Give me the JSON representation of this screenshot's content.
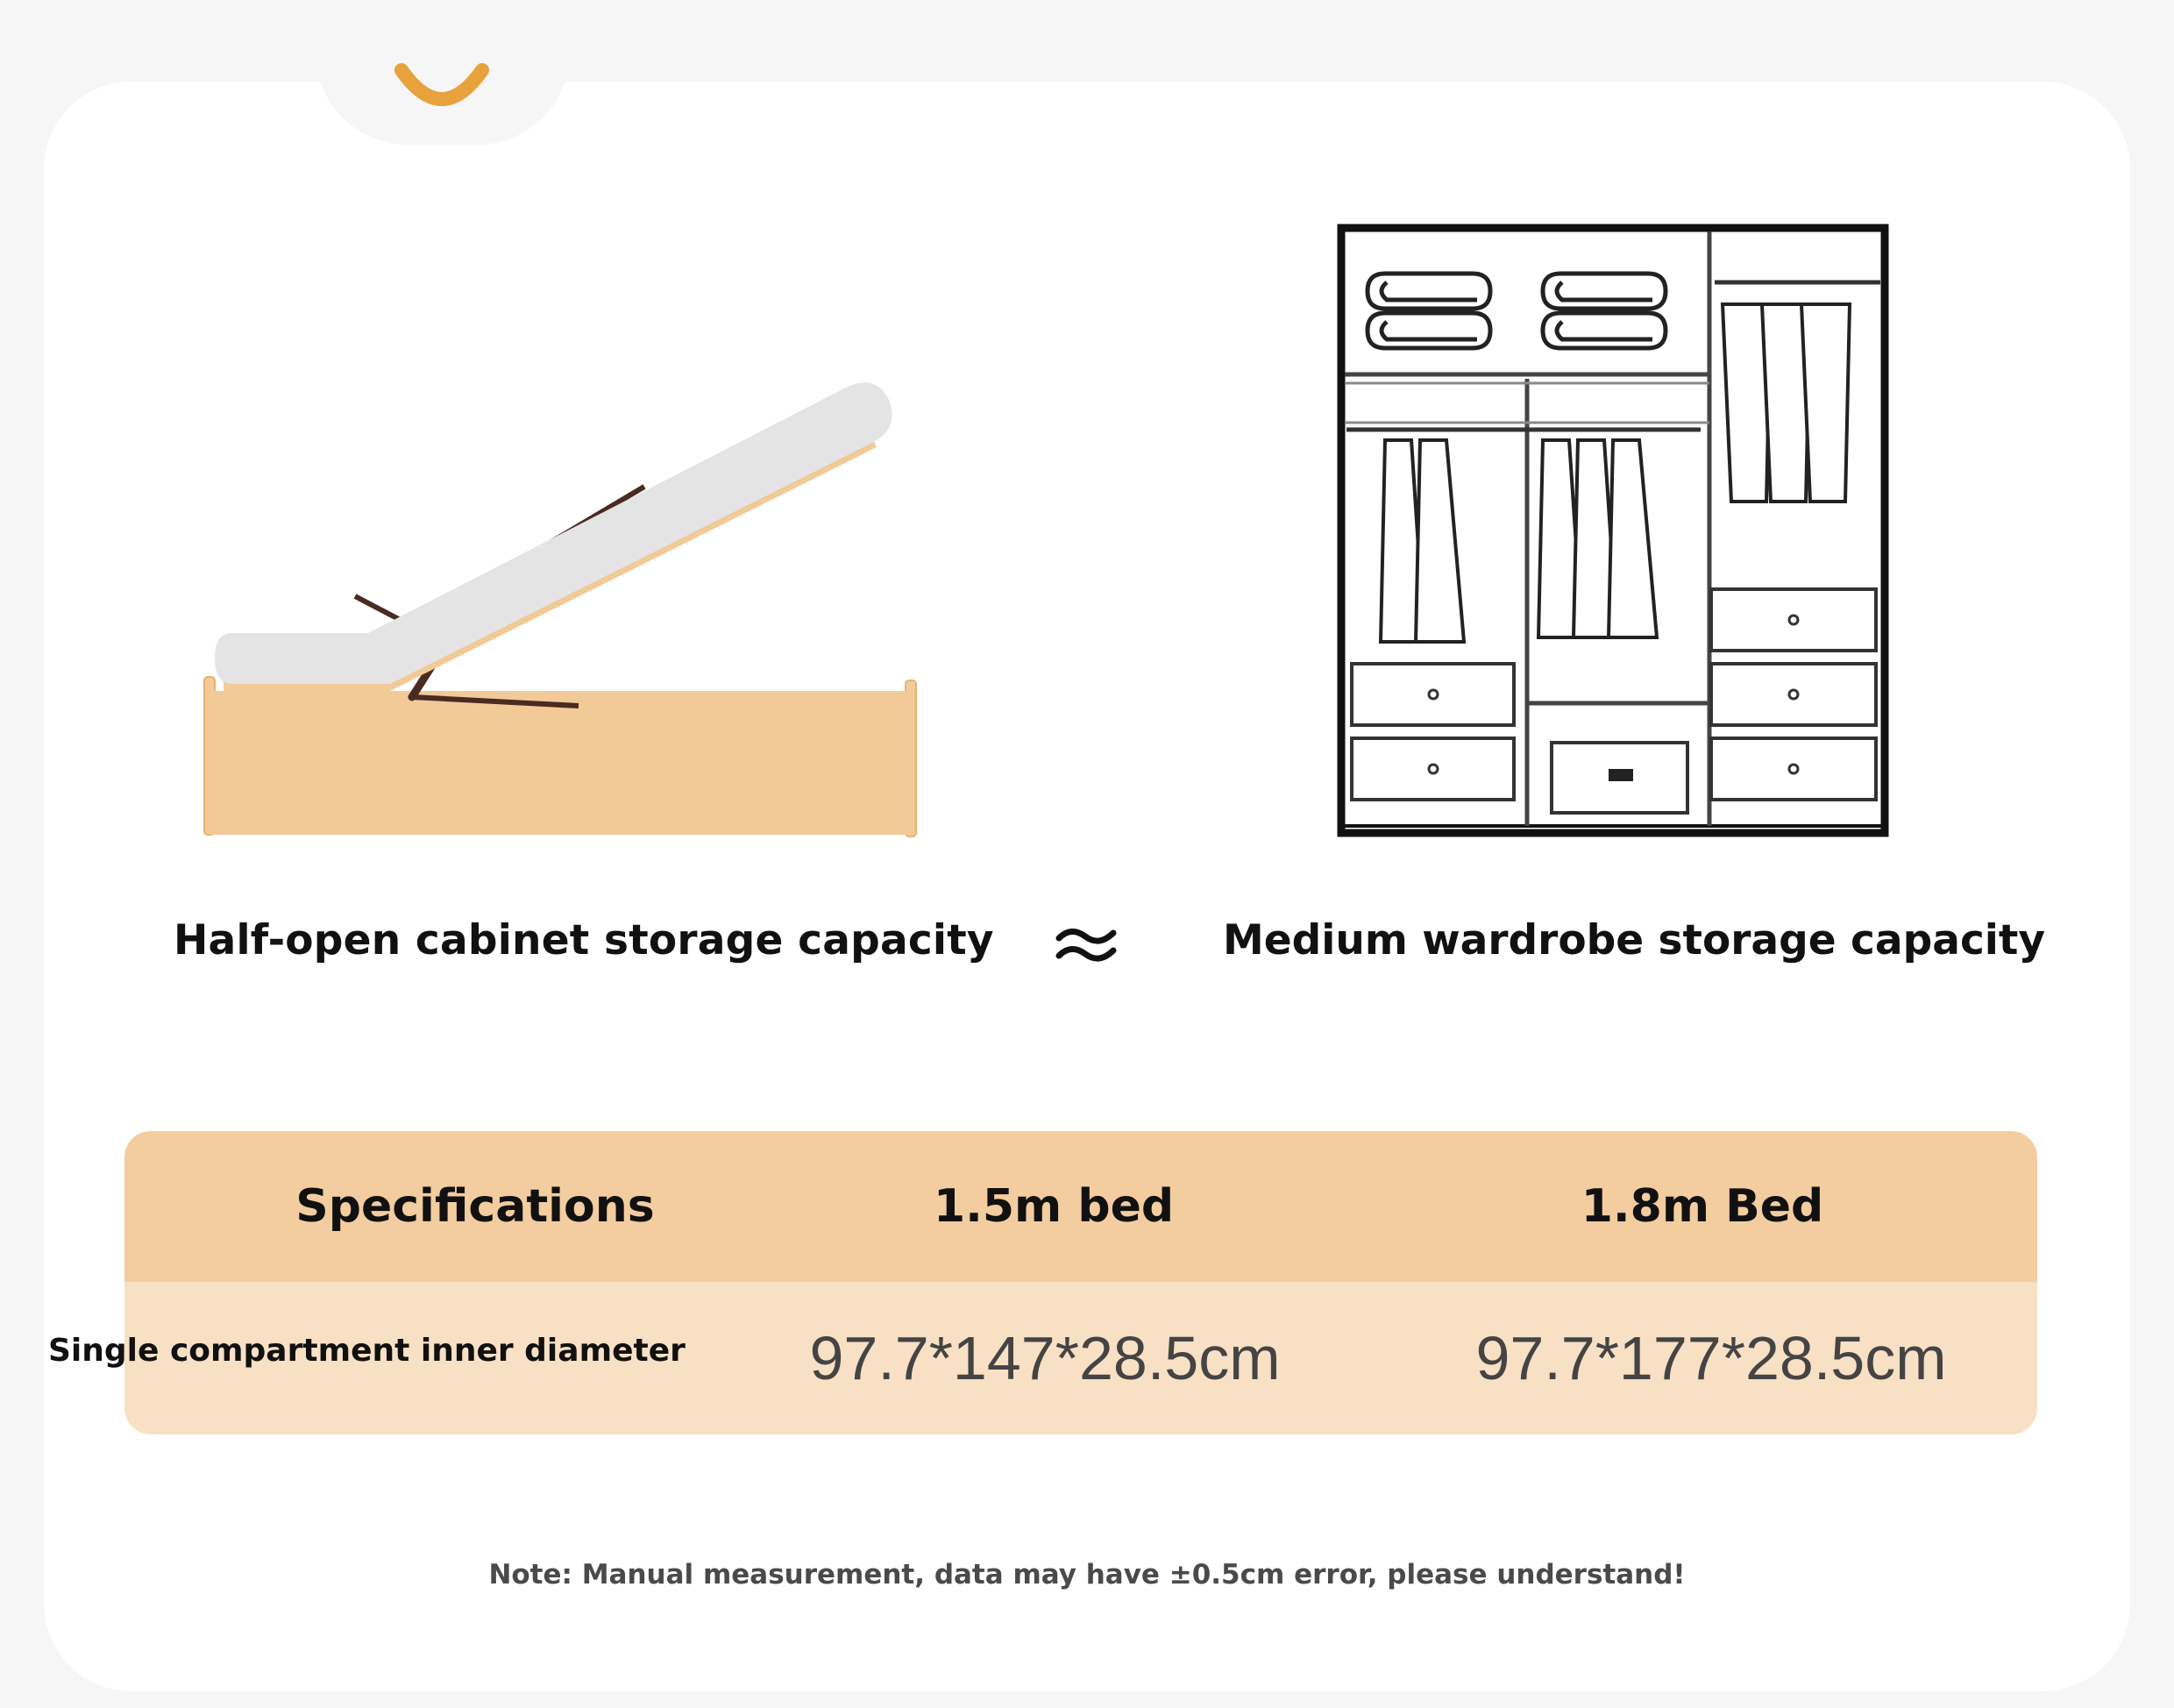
{
  "captions": {
    "left": "Half-open cabinet storage capacity",
    "approx_symbol": "≈",
    "right": "Medium wardrobe storage capacity"
  },
  "table": {
    "headers": [
      "Specifications",
      "1.5m bed",
      "1.8m Bed"
    ],
    "rows": [
      {
        "label": "Single compartment inner diameter",
        "values": [
          "97.7*147*28.5cm",
          "97.7*177*28.5cm"
        ]
      }
    ]
  },
  "note": "Note: Manual measurement, data may have ±0.5cm error, please understand!",
  "colors": {
    "accent": "#e8a23c",
    "header_bg": "#f3cd9f",
    "row_bg": "#f8e0c4",
    "bed_wood": "#f2ca98",
    "mattress": "#e4e4e4"
  },
  "icons": [
    "smile-icon",
    "lift-bed-illustration",
    "wardrobe-illustration",
    "approx-icon"
  ]
}
